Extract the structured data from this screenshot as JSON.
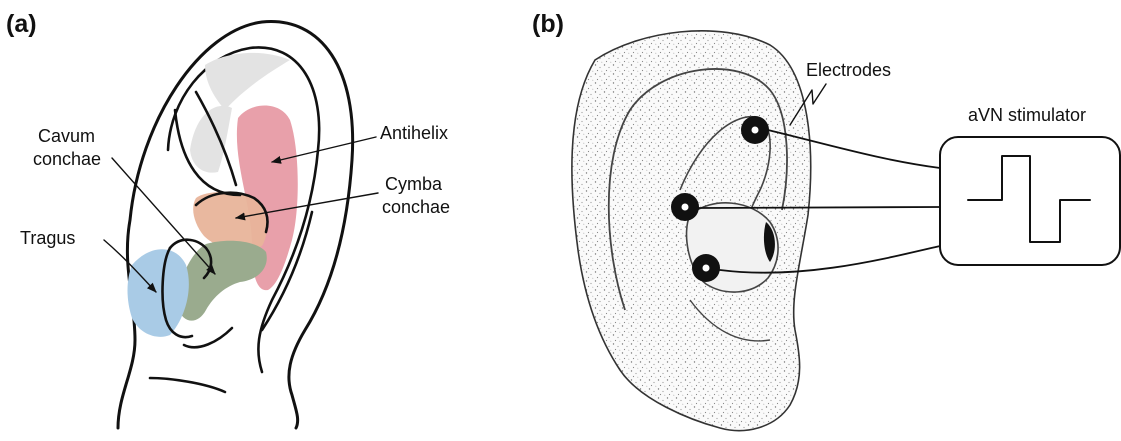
{
  "panels": {
    "a": {
      "label": "(a)",
      "annotations": {
        "cavum_line1": "Cavum",
        "cavum_line2": "conchae",
        "antihelix": "Antihelix",
        "cymba_line1": "Cymba",
        "cymba_line2": "conchae",
        "tragus": "Tragus"
      },
      "region_colors": {
        "antihelix": "#e8a0aa",
        "cymba_conchae": "#e8b49a",
        "cavum_conchae": "#9aab8e",
        "tragus": "#a9cbe6",
        "shadow": "#e3e3e3"
      }
    },
    "b": {
      "label": "(b)",
      "annotations": {
        "electrodes": "Electrodes",
        "stimulator": "aVN stimulator"
      }
    }
  }
}
